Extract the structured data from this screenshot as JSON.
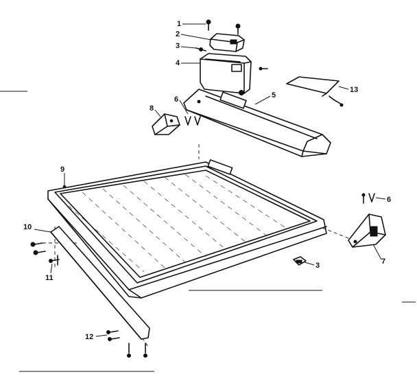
{
  "callouts": [
    {
      "id": "c1",
      "text": "1"
    },
    {
      "id": "c2",
      "text": "2"
    },
    {
      "id": "c3a",
      "text": "3"
    },
    {
      "id": "c4",
      "text": "4"
    },
    {
      "id": "c5",
      "text": "5"
    },
    {
      "id": "c6a",
      "text": "6"
    },
    {
      "id": "c8",
      "text": "8"
    },
    {
      "id": "c13",
      "text": "13"
    },
    {
      "id": "c9",
      "text": "9"
    },
    {
      "id": "c6b",
      "text": "6"
    },
    {
      "id": "c10",
      "text": "10"
    },
    {
      "id": "c11",
      "text": "11"
    },
    {
      "id": "c3b",
      "text": "3"
    },
    {
      "id": "c7",
      "text": "7"
    },
    {
      "id": "c12",
      "text": "12"
    }
  ]
}
